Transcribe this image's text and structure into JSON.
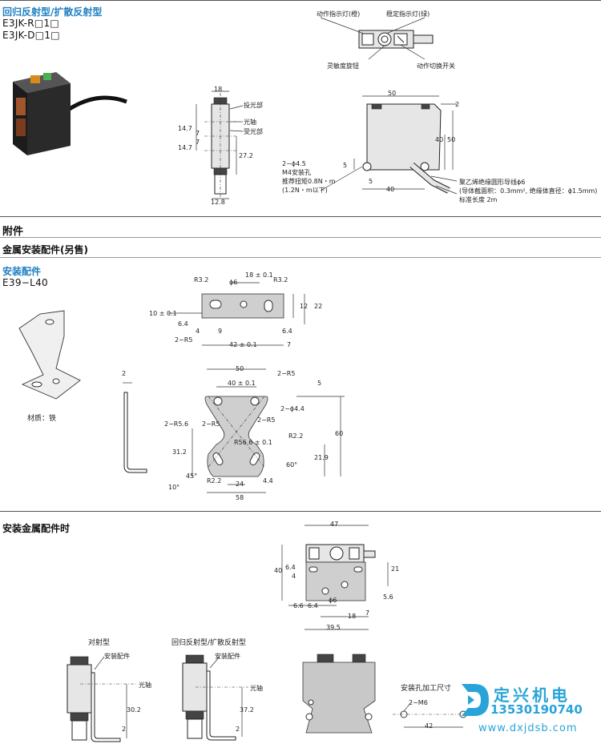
{
  "section1": {
    "title": "回归反射型/扩散反射型",
    "models": [
      "E3JK-R□1□",
      "E3JK-D□1□"
    ],
    "top_view": {
      "op_indicator": "动作指示灯(橙)",
      "stable_indicator": "稳定指示灯(绿)",
      "sensitivity_knob": "灵敏度旋钮",
      "mode_switch": "动作切换开关"
    },
    "side_view": {
      "width": "18",
      "emitter": "投光部",
      "optical_axis": "光轴",
      "receiver": "受光部",
      "d1": "14.7",
      "d2": "7",
      "d3": "7",
      "d4": "14.7",
      "d5": "27.2",
      "d6": "12.8"
    },
    "front_view": {
      "top": "50",
      "right_top": "2",
      "h1": "40",
      "h2": "50",
      "left": "5",
      "bottom_left": "5",
      "bottom": "40",
      "hole_note": [
        "2−ϕ4.5",
        "M4安装孔",
        "推荐扭矩0.8N・m",
        "(1.2N・m以下)"
      ],
      "cable_note": [
        "聚乙烯绝缘圆形导线ϕ6",
        "(导体截面积：0.3mm², 绝缘体直径：ϕ1.5mm)",
        "标准长度 2m"
      ]
    }
  },
  "section2": {
    "title": "附件",
    "subtitle": "金属安装配件(另售)",
    "label": "安装配件",
    "model": "E39−L40",
    "material": "材质：铁",
    "top_dims": {
      "r1": "R3.2",
      "hole": "ϕ6",
      "c": "18 ± 0.1",
      "r2": "R3.2",
      "h1": "10 ± 0.1",
      "d1": "6.4",
      "d2": "4",
      "d3": "9",
      "r5": "2−R5",
      "w": "42 ± 0.1",
      "d4": "6.4",
      "d5": "7",
      "h2": "12",
      "h3": "22"
    },
    "side_dims": {
      "t": "2"
    },
    "main_dims": {
      "w50": "50",
      "r5a": "2−R5",
      "w40": "40 ± 0.1",
      "v5": "5",
      "holes": "2−ϕ4.4",
      "r56": "2−R5.6",
      "r5b": "2−R5",
      "r5c": "2−R5",
      "r566": "R56.6 ± 0.1",
      "r22a": "R2.2",
      "h31": "31.2",
      "h60": "60",
      "h219": "21.9",
      "a60": "60°",
      "a45": "45°",
      "a10": "10°",
      "r22b": "R2.2",
      "w24": "24",
      "w44": "4.4",
      "w58": "58"
    }
  },
  "section3": {
    "title": "安装金属配件时",
    "dims": {
      "w47": "47",
      "h40": "40",
      "d64": "6.4",
      "d4": "4",
      "d21": "21",
      "d56": "5.6",
      "d66": "6.6",
      "d64b": "6.4",
      "d18": "18",
      "d7": "7",
      "d395": "39.5",
      "hole": "ϕ6"
    },
    "thru_beam": {
      "title": "对射型",
      "bracket": "安装配件",
      "axis": "光轴",
      "h": "30.2",
      "t": "2"
    },
    "retro": {
      "title": "回归反射型/扩散反射型",
      "bracket": "安装配件",
      "axis": "光轴",
      "h": "37.2",
      "t": "2"
    },
    "hole_title": "安装孔加工尺寸",
    "hole_m6": "2−M6",
    "hole_dim": "42"
  },
  "watermark": {
    "brand": "定兴机电",
    "phone": "13530190740",
    "url": "www.dxjdsb.com"
  },
  "colors": {
    "accent": "#1f7fc1",
    "logo": "#2aa4d8"
  }
}
